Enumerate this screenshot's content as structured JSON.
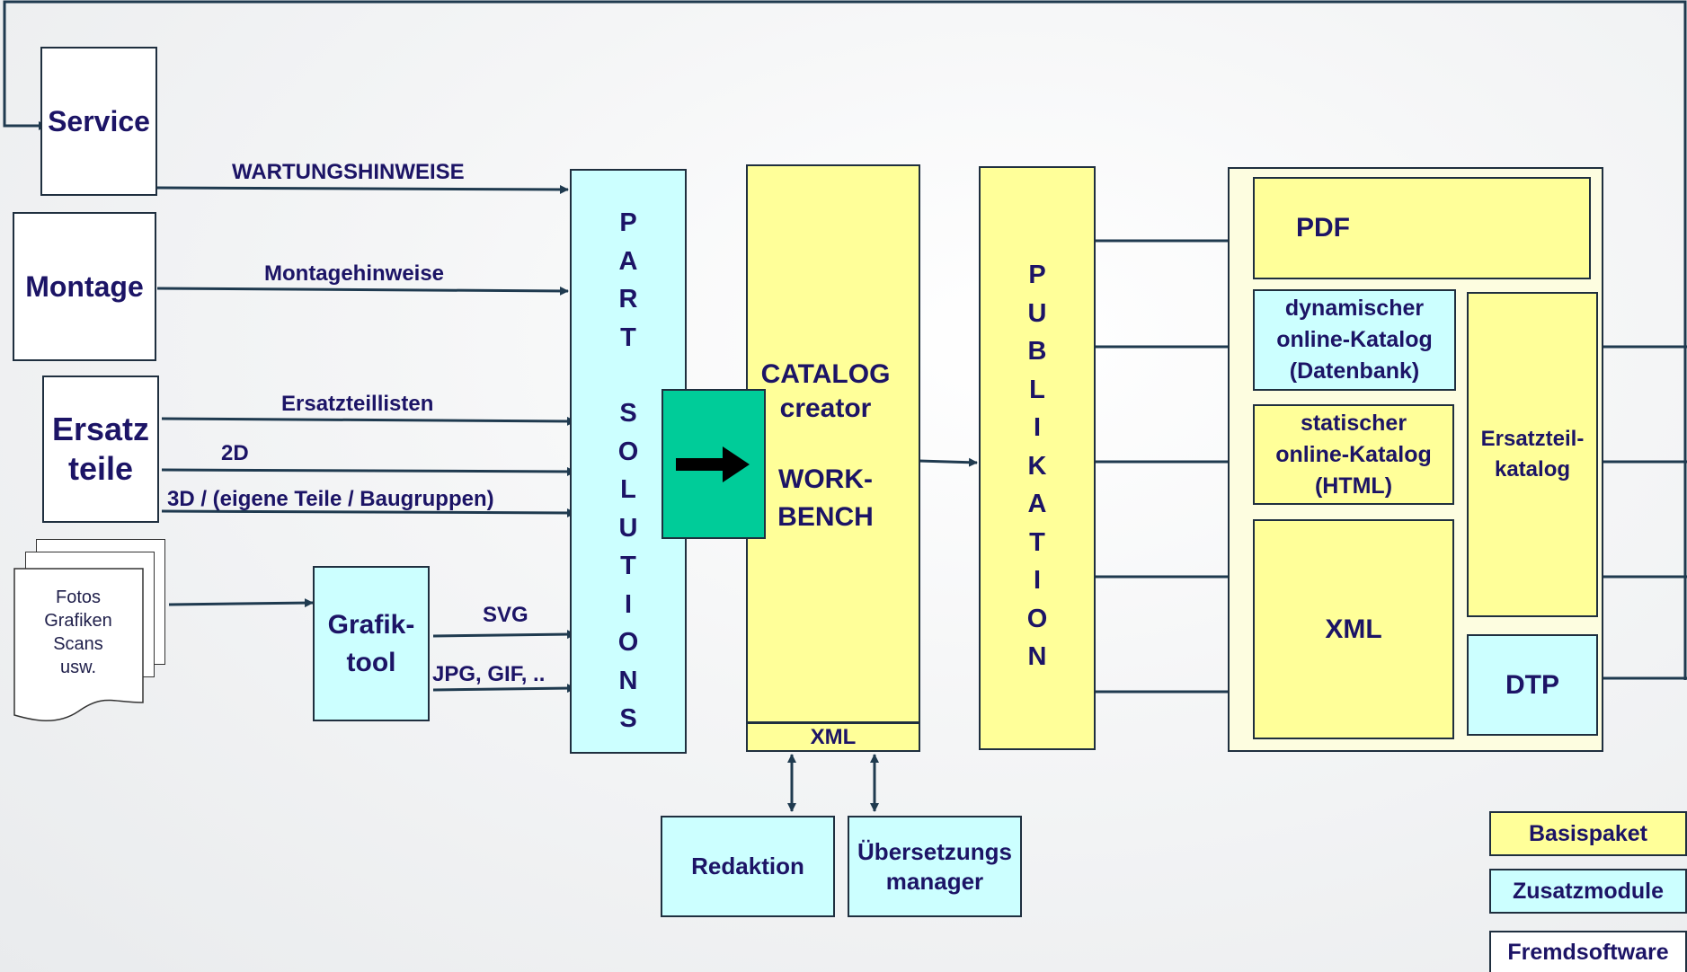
{
  "sources": {
    "service": "Service",
    "montage": "Montage",
    "ersatzteile_line1": "Ersatz",
    "ersatzteile_line2": "teile",
    "fotos_lines": [
      "Fotos",
      "Grafiken",
      "Scans",
      "usw."
    ],
    "grafiktool_line1": "Grafik-",
    "grafiktool_line2": "tool"
  },
  "flows": {
    "wartung": "WARTUNGSHINWEISE",
    "montage": "Montagehinweise",
    "ersatzteillisten": "Ersatzteillisten",
    "2d": "2D",
    "3d": "3D / (eigene Teile / Baugruppen)",
    "svg": "SVG",
    "jpg": "JPG, GIF, .."
  },
  "partsolutions": {
    "word1": "PART",
    "word2": "SOLUTIONS"
  },
  "catalog": {
    "line1": "CATALOG",
    "line2": "creator",
    "line3": "WORK-",
    "line4": "BENCH",
    "xml": "XML"
  },
  "publikation": "PUBLIKATION",
  "outputs": {
    "pdf": "PDF",
    "dynamisch": [
      "dynamischer",
      "online-Katalog",
      "(Datenbank)"
    ],
    "statisch": [
      "statischer",
      "online-Katalog",
      "(HTML)"
    ],
    "xml": "XML",
    "ersatzteilkatalog": [
      "Ersatzteil-",
      "katalog"
    ],
    "dtp": "DTP"
  },
  "bottom": {
    "redaktion": "Redaktion",
    "uebersetzung_line1": "Übersetzungs",
    "uebersetzung_line2": "manager"
  },
  "legend": {
    "basispaket": "Basispaket",
    "zusatzmodule": "Zusatzmodule",
    "fremdsoftware": "Fremdsoftware"
  },
  "colors": {
    "basis": "#ffff99",
    "zusatz": "#ccffff",
    "fremd": "#ffffff",
    "workbench_arrow_box": "#00cc99",
    "text": "#1c1466",
    "lines": "#1f3a4f"
  }
}
